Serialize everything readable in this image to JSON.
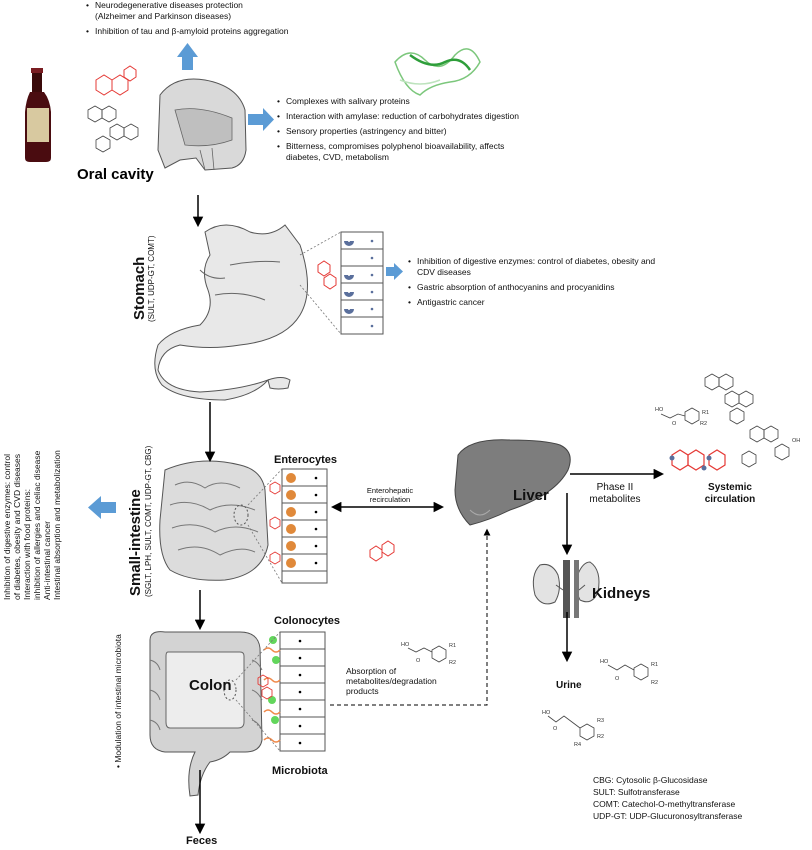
{
  "oral": {
    "label": "Oral cavity",
    "top_list": [
      "Neurodegenerative diseases protection",
      "(Alzheimer and Parkinson diseases)",
      "Inhibition of tau and β-amyloid proteins aggregation"
    ],
    "right_list": [
      "Complexes with salivary proteins",
      "Interaction with amylase: reduction of carbohydrates digestion",
      "Sensory properties (astringency and bitter)",
      "Bitterness, compromises polyphenol bioavailability, affects diabetes, CVD, metabolism"
    ]
  },
  "stomach": {
    "label": "Stomach",
    "enzymes": "(SULT, UDP-GT, COMT)",
    "list": [
      "Inhibition of digestive enzymes: control of diabetes, obesity and CDV diseases",
      "Gastric absorption of anthocyanins and procyanidins",
      "Antigastric cancer"
    ]
  },
  "small_intestine": {
    "label": "Small-intestine",
    "enzymes": "(SGLT, LPH, SULT, COMT, UDP-GT, CBG)",
    "cells": "Enterocytes",
    "list": [
      "Inhibition of digestive enzymes: control",
      "of diabetes, obesity and CVD diseases",
      "Interaction with food proteins:",
      "inhibition of allergies and celiac disease",
      "Anti-intestinal cancer",
      "Intestinal absorption and metabolization"
    ]
  },
  "enterohepatic": "Enterohepatic recirculation",
  "liver": "Liver",
  "phase2": "Phase II metabolites",
  "systemic": "Systemic circulation",
  "kidneys": "Kidneys",
  "urine": "Urine",
  "colon": {
    "label": "Colon",
    "cells": "Colonocytes",
    "microbiota": "Microbiota",
    "modulation": "Modulation of intestinal microbiota",
    "absorption": "Absorption of metabolites/degradation products"
  },
  "feces": "Feces",
  "chem_labels": {
    "ho": "HO",
    "o": "O",
    "r1": "R1",
    "r2": "R2",
    "r3": "R3",
    "r4": "R4",
    "oh": "OH"
  },
  "legend": [
    "CBG: Cytosolic β-Glucosidase",
    "SULT: Sulfotransferase",
    "COMT: Catechol-O-methyltransferase",
    "UDP-GT: UDP-Glucuronosyltransferase"
  ],
  "colors": {
    "arrow_blue": "#5b9bd5",
    "cell_blue": "#5a6f9c",
    "enterocyte_orange": "#e0893a",
    "microbe_green": "#63d65c",
    "microbe_orange": "#f08a4b",
    "polyphenol_red": "#e53935",
    "organ_gray": "#b7b7b7",
    "liver_gray": "#7d7d7d"
  }
}
